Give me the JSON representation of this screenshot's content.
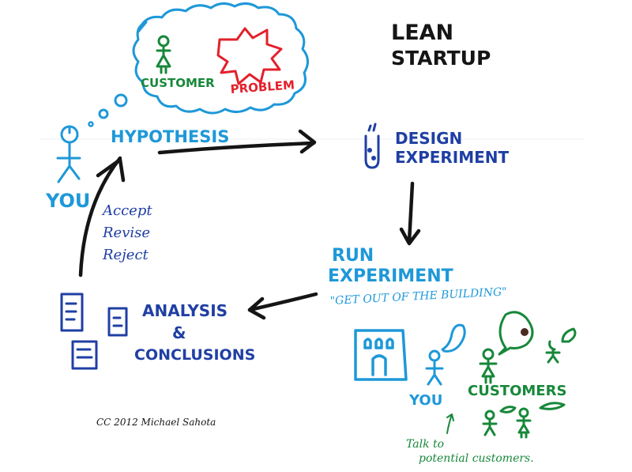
{
  "title": {
    "line1": "LEAN",
    "line2": "STARTUP"
  },
  "thought_bubble": {
    "customer": "CUSTOMER",
    "problem": "PROBLEM"
  },
  "you_label": "YOU",
  "steps": {
    "hypothesis": "HYPOTHESIS",
    "design_line1": "DESIGN",
    "design_line2": "EXPERIMENT",
    "run_line1": "RUN",
    "run_line2": "EXPERIMENT",
    "run_quote": "\"GET OUT OF THE BUILDING\"",
    "analysis_line1": "ANALYSIS",
    "analysis_line2": "&",
    "analysis_line3": "CONCLUSIONS"
  },
  "decision": {
    "accept": "Accept",
    "revise": "Revise",
    "reject": "Reject"
  },
  "field_scene": {
    "you": "YOU",
    "customers": "CUSTOMERS",
    "note_line1": "Talk to",
    "note_line2": "potential customers."
  },
  "credit": "CC 2012 Michael Sahota",
  "colors": {
    "light_blue": "#1e98d8",
    "dark_blue": "#1f3fa3",
    "green": "#17883a",
    "red": "#e3202b",
    "black": "#151515"
  }
}
